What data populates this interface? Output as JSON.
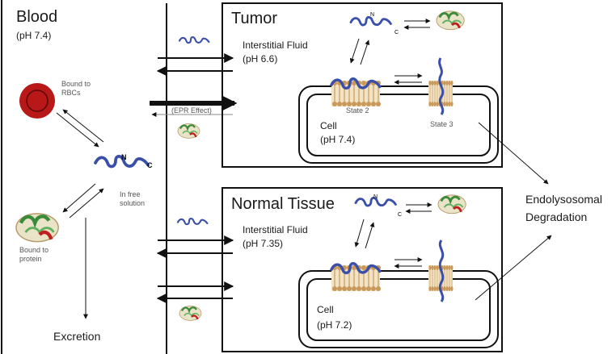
{
  "blood": {
    "title": "Blood",
    "ph": "(pH 7.4)",
    "bound_rbc": [
      "Bound to",
      "RBCs"
    ],
    "free_solution": [
      "In free",
      "solution"
    ],
    "bound_protein": [
      "Bound to",
      "protein"
    ],
    "excretion": "Excretion"
  },
  "epr_effect": "(EPR Effect)",
  "tumor": {
    "title": "Tumor",
    "interstitial": "Interstitial Fluid",
    "interstitial_ph": "(pH 6.6)",
    "cell": "Cell",
    "cell_ph": "(pH 7.4)",
    "state2": "State 2",
    "state3": "State 3"
  },
  "normal": {
    "title": "Normal Tissue",
    "interstitial": "Interstitial Fluid",
    "interstitial_ph": "(pH 7.35)",
    "cell": "Cell",
    "cell_ph": "(pH 7.2)"
  },
  "endolysosomal": [
    "Endolysosomal",
    "Degradation"
  ],
  "peptide_termini": {
    "n": "N",
    "c": "C"
  },
  "colors": {
    "peptide": "#3a4fa8",
    "rbc": "#b81818",
    "membrane": "#d9b88a",
    "protein_green": "#3a8a3a",
    "protein_red": "#c02020"
  }
}
